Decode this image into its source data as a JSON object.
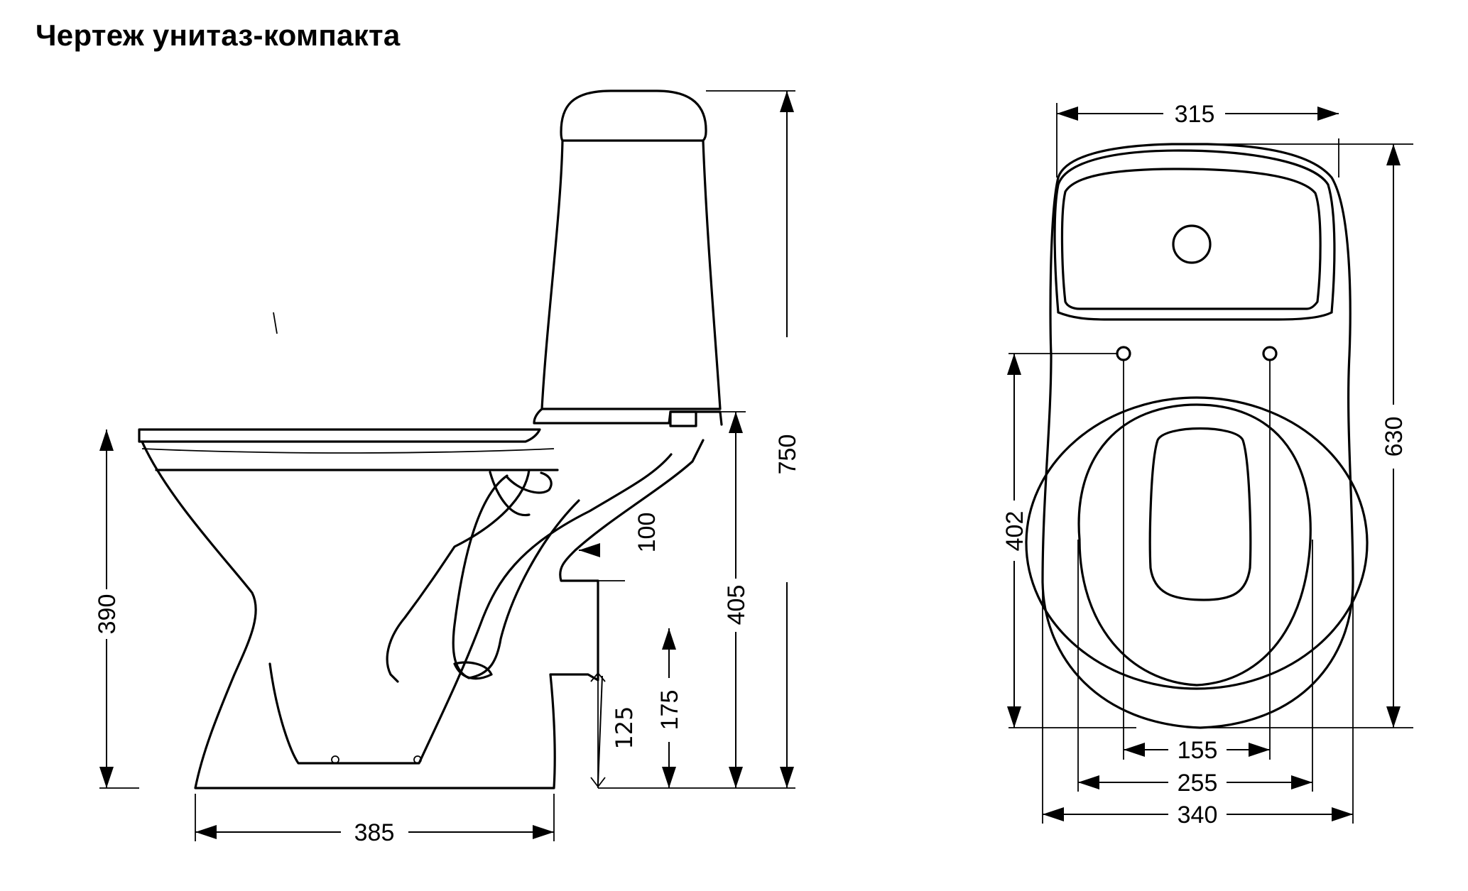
{
  "title": "Чертеж унитаз-компакта",
  "side_view": {
    "dimensions": {
      "total_height": "750",
      "bowl_height": "390",
      "outlet_height": "405",
      "outlet_step": "100",
      "outlet_center": "175",
      "handwritten": "125",
      "depth": "385"
    }
  },
  "top_view": {
    "dimensions": {
      "tank_width": "315",
      "total_length": "630",
      "bowl_length": "402",
      "holes_spacing": "155",
      "seat_width": "255",
      "total_width": "340"
    }
  }
}
